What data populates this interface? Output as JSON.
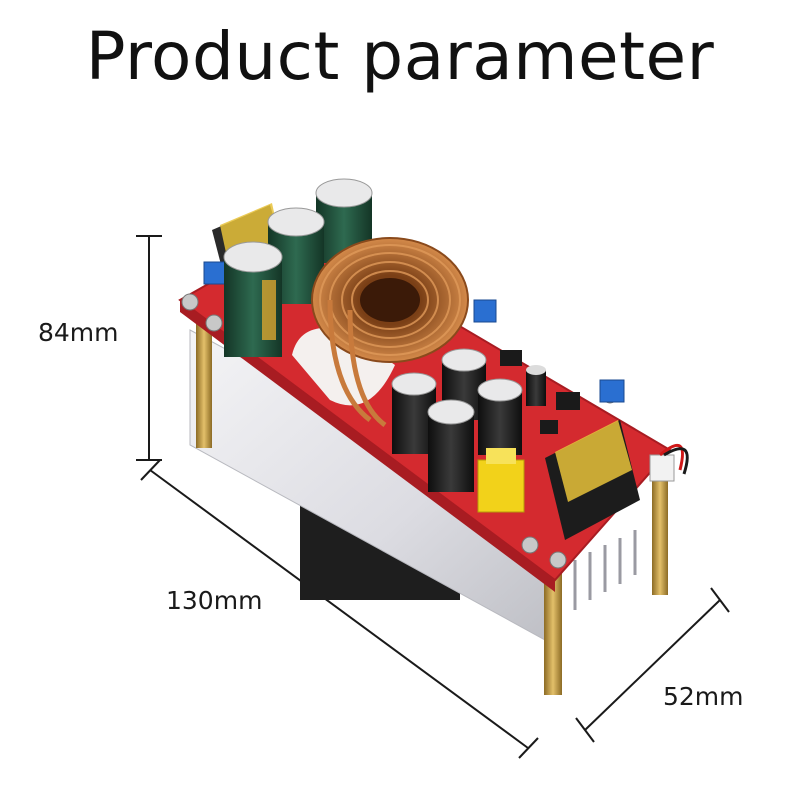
{
  "title": "Product parameter",
  "dimensions": {
    "height": "84mm",
    "length": "130mm",
    "width": "52mm"
  },
  "colors": {
    "pcb": "#d42a2f",
    "heatsink": "#e6e6ea",
    "copper": "#c87a3c",
    "capacitor_green": "#1f4d3a",
    "capacitor_black": "#1b1b1b",
    "fuse": "#f2d21a",
    "terminal": "#1c1c1c",
    "pins": "#c9a14a"
  }
}
